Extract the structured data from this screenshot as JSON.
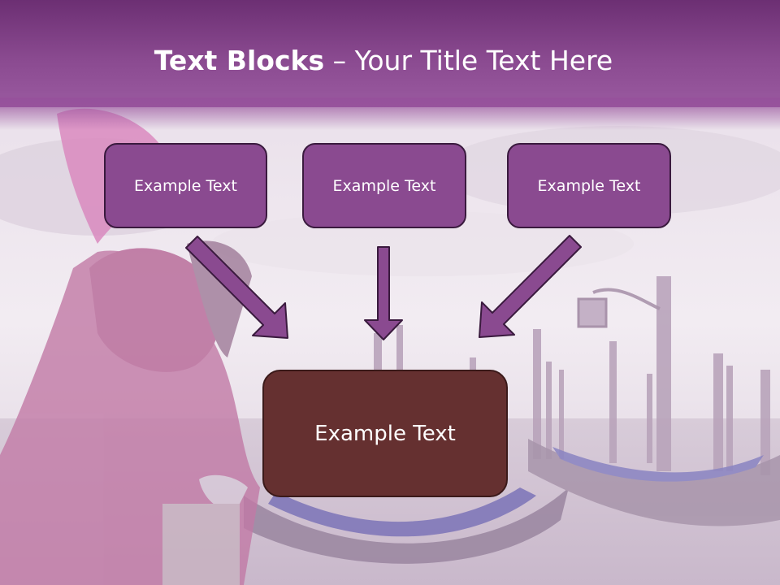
{
  "title": {
    "bold": "Text Blocks",
    "separator": " – ",
    "rest": "Your Title Text Here"
  },
  "boxes": [
    {
      "label": "Example Text"
    },
    {
      "label": "Example Text"
    },
    {
      "label": "Example Text"
    }
  ],
  "main_box": {
    "label": "Example Text"
  },
  "colors": {
    "header": "#8a4a90",
    "box_fill": "#8a4a90",
    "box_border": "#3a1a3e",
    "main_box_fill": "#653030",
    "arrow_fill": "#8a4a90"
  }
}
